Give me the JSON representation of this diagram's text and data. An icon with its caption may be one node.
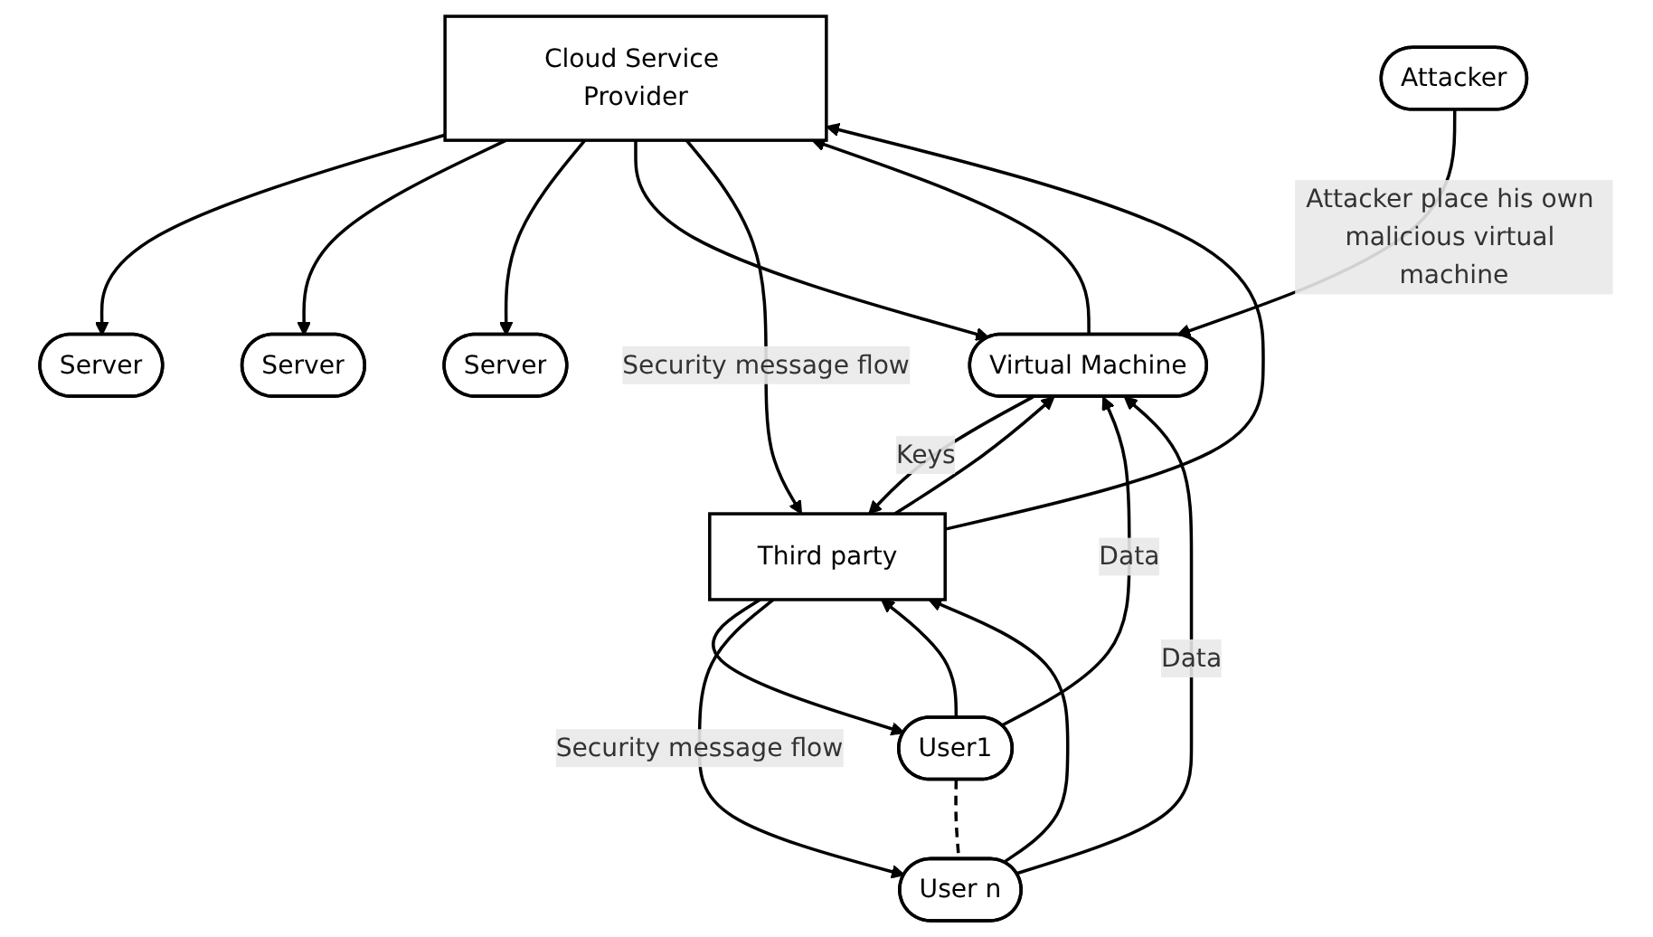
{
  "diagram": {
    "nodes": [
      {
        "text": [
          "Cloud Service Provider"
        ]
      },
      {
        "text": [
          "Server"
        ]
      },
      {
        "text": [
          "Server"
        ]
      },
      {
        "text": [
          "Server"
        ]
      },
      {
        "text": [
          "Virtual Machine"
        ]
      },
      {
        "text": [
          "Third party"
        ]
      },
      {
        "text": [
          "Attacker"
        ]
      },
      {
        "text": [
          "User1"
        ]
      },
      {
        "text": [
          "User n"
        ]
      }
    ],
    "edges": [
      {
        "from": 0,
        "to": 1,
        "arrow": "to"
      },
      {
        "from": 0,
        "to": 2,
        "arrow": "to"
      },
      {
        "from": 0,
        "to": 3,
        "arrow": "to"
      },
      {
        "from": 0,
        "to": 4,
        "arrow": "to"
      },
      {
        "from": 4,
        "to": 0,
        "arrow": "to"
      },
      {
        "from": 5,
        "to": 0,
        "arrow": "to"
      },
      {
        "from": 0,
        "to": 5,
        "arrow": "to",
        "label": "Security message flow"
      },
      {
        "from": 4,
        "to": 5,
        "arrow": "to",
        "label": "Keys"
      },
      {
        "from": 5,
        "to": 4,
        "arrow": "to"
      },
      {
        "from": 6,
        "to": 4,
        "arrow": "to",
        "label": "Attacker place his own malicious virtual machine"
      },
      {
        "from": 7,
        "to": 4,
        "arrow": "to",
        "label": "Data"
      },
      {
        "from": 8,
        "to": 4,
        "arrow": "to",
        "label": "Data"
      },
      {
        "from": 7,
        "to": 5,
        "arrow": "to"
      },
      {
        "from": 5,
        "to": 7,
        "arrow": "to"
      },
      {
        "from": 8,
        "to": 5,
        "arrow": "to"
      },
      {
        "from": 5,
        "to": 8,
        "arrow": "to",
        "label": "Security message flow"
      },
      {
        "from": 7,
        "to": 8,
        "arrow": "none",
        "style": "dashed"
      }
    ]
  }
}
